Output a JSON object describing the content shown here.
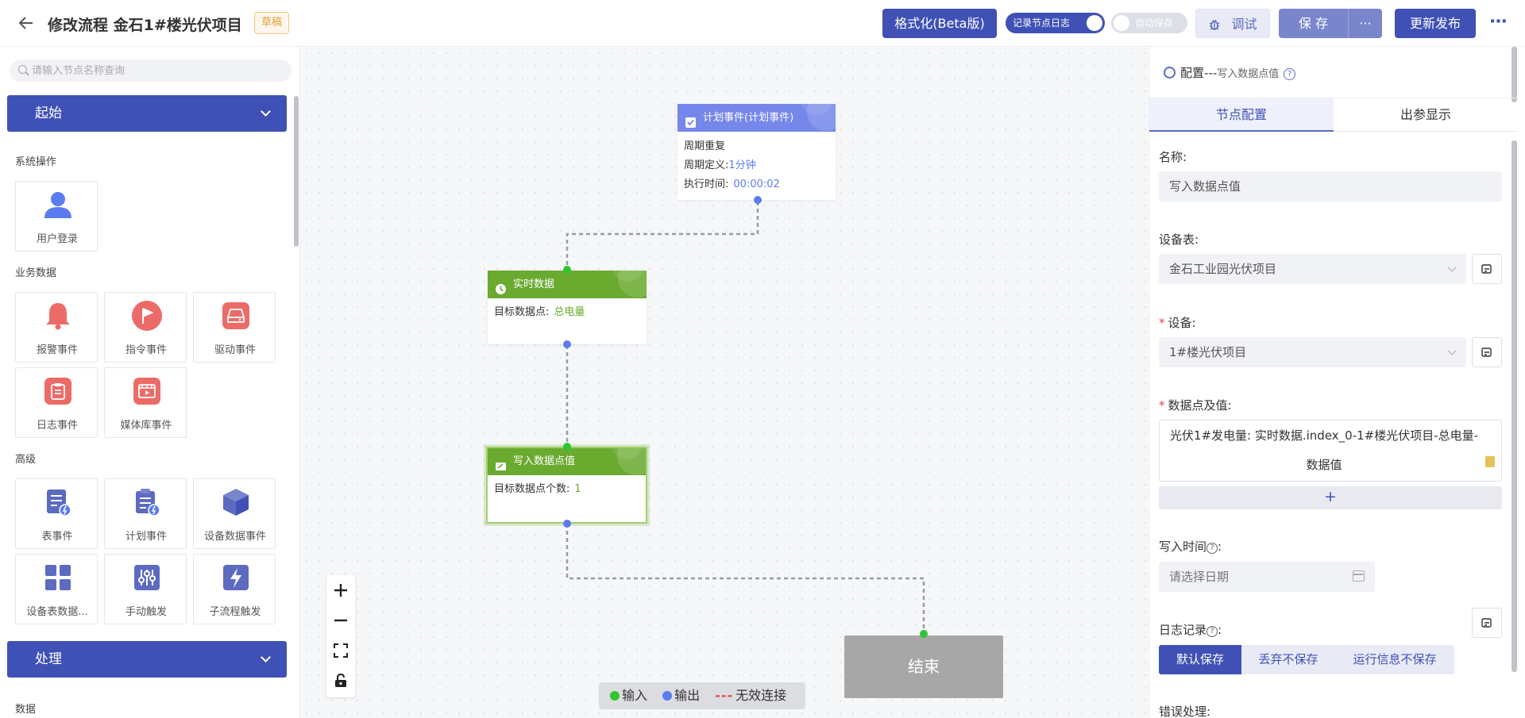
{
  "header": {
    "title": "修改流程 金石1#楼光伏项目",
    "draft_badge": "草稿",
    "format_button": "格式化(Beta版)",
    "record_log_toggle": "记录节点日志",
    "auto_save_toggle": "自动保存",
    "debug_button": "调试",
    "save_button": "保 存",
    "save_more": "···",
    "publish_button": "更新发布",
    "more": "⋯"
  },
  "sidebar": {
    "search_placeholder": "请输入节点名称查询",
    "group_start": "起始",
    "sections": {
      "system": "系统操作",
      "business": "业务数据",
      "advanced": "高级"
    },
    "tiles": {
      "login": "用户登录",
      "alarm": "报警事件",
      "command": "指令事件",
      "driver": "驱动事件",
      "log": "日志事件",
      "media": "媒体库事件",
      "table": "表事件",
      "plan": "计划事件",
      "device_data": "设备数据事件",
      "device_table": "设备表数据...",
      "manual": "手动触发",
      "subflow": "子流程触发"
    },
    "group_process": "处理",
    "section_data": "数据"
  },
  "canvas": {
    "plan_node": {
      "title": "计划事件(计划事件)",
      "row1": "周期重复",
      "row2_label": "周期定义:",
      "row2_value": "1分钟",
      "row3_label": "执行时间:",
      "row3_value": "00:00:02"
    },
    "realtime_node": {
      "title": "实时数据",
      "row_label": "目标数据点:",
      "row_value": "总电量"
    },
    "write_node": {
      "title": "写入数据点值",
      "row_label": "目标数据点个数:",
      "row_value": "1"
    },
    "end_node": "结束",
    "legend": {
      "input": "输入",
      "output": "输出",
      "invalid": "无效连接",
      "invalid_mark": "---"
    }
  },
  "config": {
    "title": "配置",
    "title_sep": "---",
    "subtitle": "写入数据点值",
    "tab_node": "节点配置",
    "tab_output": "出参显示",
    "name_label": "名称:",
    "name_value": "写入数据点值",
    "device_table_label": "设备表:",
    "device_table_value": "金石工业园光伏项目",
    "device_label": "设备:",
    "device_value": "1#楼光伏项目",
    "datapoint_label": "数据点及值:",
    "datapoint_value": "光伏1#发电量: 实时数据.index_0-1#楼光伏项目-总电量-数据值",
    "add": "+",
    "write_time_label": "写入时间",
    "write_time_placeholder": "请选择日期",
    "log_label": "日志记录",
    "log_options": [
      "默认保存",
      "丢弃不保存",
      "运行信息不保存"
    ],
    "error_label": "错误处理:",
    "required_mark": "*",
    "help_mark": "?"
  },
  "colors": {
    "primary": "#3f51b5",
    "node_blue": "#7587ea",
    "node_green": "#6aaa2f",
    "port_in": "#31c431",
    "port_out": "#5b7cf0",
    "tile_red": "#ec6b68",
    "tile_indigo": "#5c6bc0"
  }
}
